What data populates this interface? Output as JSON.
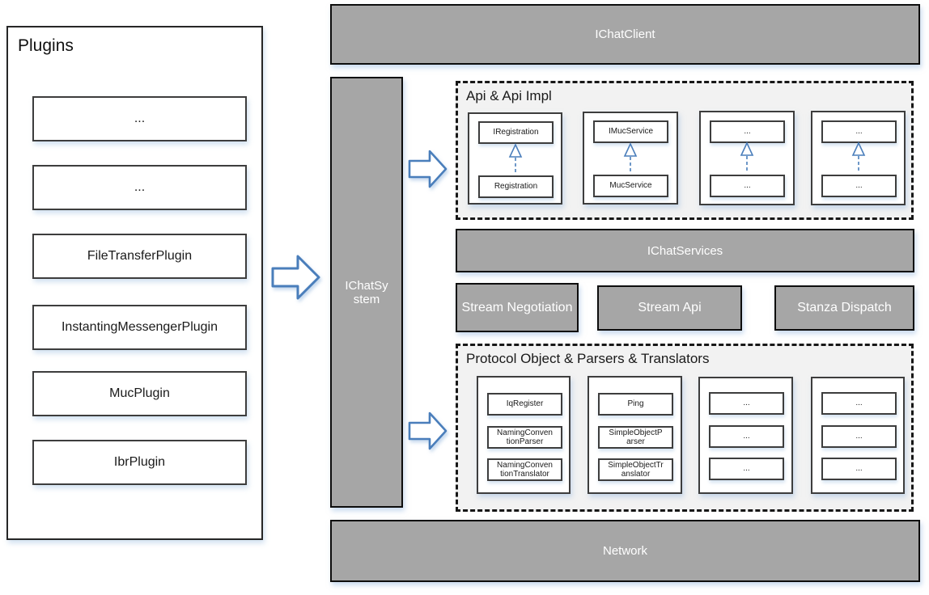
{
  "plugins_panel": {
    "title": "Plugins",
    "items": [
      "...",
      "...",
      "FileTransferPlugin",
      "InstantingMessengerPlugin",
      "MucPlugin",
      "IbrPlugin"
    ]
  },
  "ichatclient": {
    "label": "IChatClient"
  },
  "ichatsystem": {
    "label": "IChatSy\nstem"
  },
  "api_section": {
    "title": "Api & Api Impl",
    "pairs": [
      {
        "interface": "IRegistration",
        "implementation": "Registration"
      },
      {
        "interface": "IMucService",
        "implementation": "MucService"
      },
      {
        "interface": "...",
        "implementation": "..."
      },
      {
        "interface": "...",
        "implementation": "..."
      }
    ]
  },
  "ichatservices": {
    "label": "IChatServices"
  },
  "services_row": {
    "items": [
      "Stream Negotiation",
      "Stream Api",
      "Stanza Dispatch"
    ]
  },
  "protocol_section": {
    "title": "Protocol Object & Parsers & Translators",
    "groups": [
      {
        "items": [
          "IqRegister",
          "NamingConven\ntionParser",
          "NamingConven\ntionTranslator"
        ]
      },
      {
        "items": [
          "Ping",
          "SimpleObjectP\narser",
          "SimpleObjectTr\nanslator"
        ]
      },
      {
        "items": [
          "...",
          "...",
          "..."
        ]
      },
      {
        "items": [
          "...",
          "...",
          "..."
        ]
      }
    ]
  },
  "network": {
    "label": "Network"
  },
  "colors": {
    "gray_fill": "#a6a6a6",
    "section_fill": "#f2f2f2",
    "arrow_blue": "#4a7ebb"
  }
}
